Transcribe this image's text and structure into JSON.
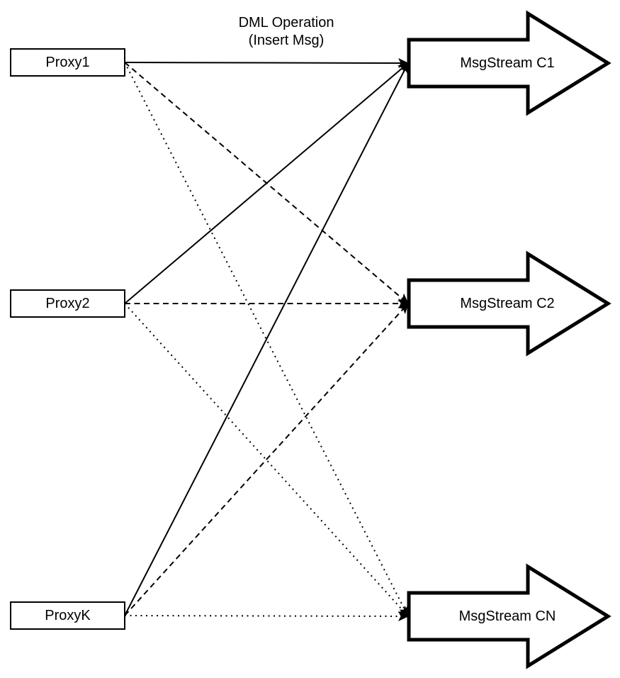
{
  "diagram": {
    "annotation": {
      "line1": "DML Operation",
      "line2": "(Insert Msg)"
    },
    "proxies": [
      {
        "id": "proxy1",
        "label": "Proxy1"
      },
      {
        "id": "proxy2",
        "label": "Proxy2"
      },
      {
        "id": "proxyk",
        "label": "ProxyK"
      }
    ],
    "streams": [
      {
        "id": "stream-c1",
        "label": "MsgStream C1"
      },
      {
        "id": "stream-c2",
        "label": "MsgStream C2"
      },
      {
        "id": "stream-cn",
        "label": "MsgStream CN"
      }
    ],
    "edges": [
      {
        "from": "proxy1",
        "to": "stream-c1",
        "style": "solid"
      },
      {
        "from": "proxy1",
        "to": "stream-c2",
        "style": "dashed"
      },
      {
        "from": "proxy1",
        "to": "stream-cn",
        "style": "dotted"
      },
      {
        "from": "proxy2",
        "to": "stream-c1",
        "style": "solid"
      },
      {
        "from": "proxy2",
        "to": "stream-c2",
        "style": "dashed"
      },
      {
        "from": "proxy2",
        "to": "stream-cn",
        "style": "dotted"
      },
      {
        "from": "proxyk",
        "to": "stream-c1",
        "style": "solid"
      },
      {
        "from": "proxyk",
        "to": "stream-c2",
        "style": "dashed"
      },
      {
        "from": "proxyk",
        "to": "stream-cn",
        "style": "dotted"
      }
    ],
    "colors": {
      "stroke": "#000000",
      "fill": "#ffffff",
      "text": "#000000"
    }
  }
}
